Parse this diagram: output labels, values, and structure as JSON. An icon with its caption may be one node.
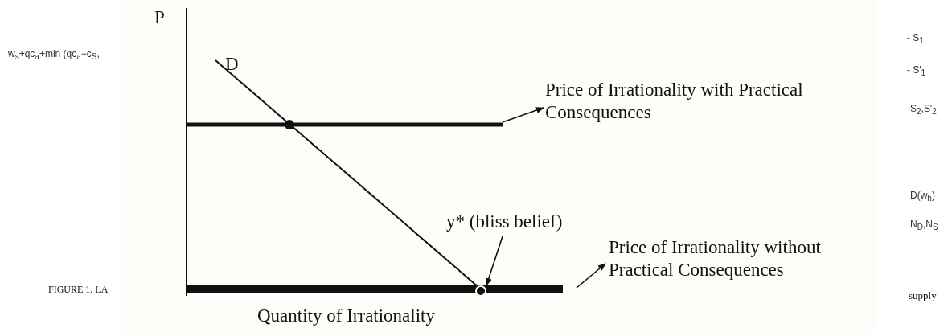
{
  "diagram": {
    "nodes": [
      {
        "text": [
          "Price of Irrationality with Practical Consequences"
        ]
      },
      {
        "text": [],
        "shape": "bar"
      },
      {
        "text": [
          "y* (bliss belief)"
        ]
      },
      {
        "text": [],
        "shape": "circle"
      },
      {
        "text": [
          "Price of Irrationality without Practical Consequences"
        ]
      },
      {
        "text": [],
        "shape": "bar"
      }
    ],
    "edges": [
      {
        "from": 1,
        "to": 0,
        "arrow": "to"
      },
      {
        "from": 2,
        "to": 3,
        "arrow": "to"
      },
      {
        "from": 5,
        "to": 4,
        "arrow": "to"
      }
    ],
    "labels": [
      "P",
      "D",
      "Quantity of Irrationality",
      "w$_{s}$+qc$_{a}$+min (qc$_{a}$−c$_{S}$,",
      "FIGURE 1. LA",
      "- S$_{1}$",
      "- S′$_{1}$",
      "-S$_{2}$,S′$_{2}$",
      "D(w$_{h}$)",
      "N$_{D}$,N$_{S}$",
      "supply"
    ]
  }
}
